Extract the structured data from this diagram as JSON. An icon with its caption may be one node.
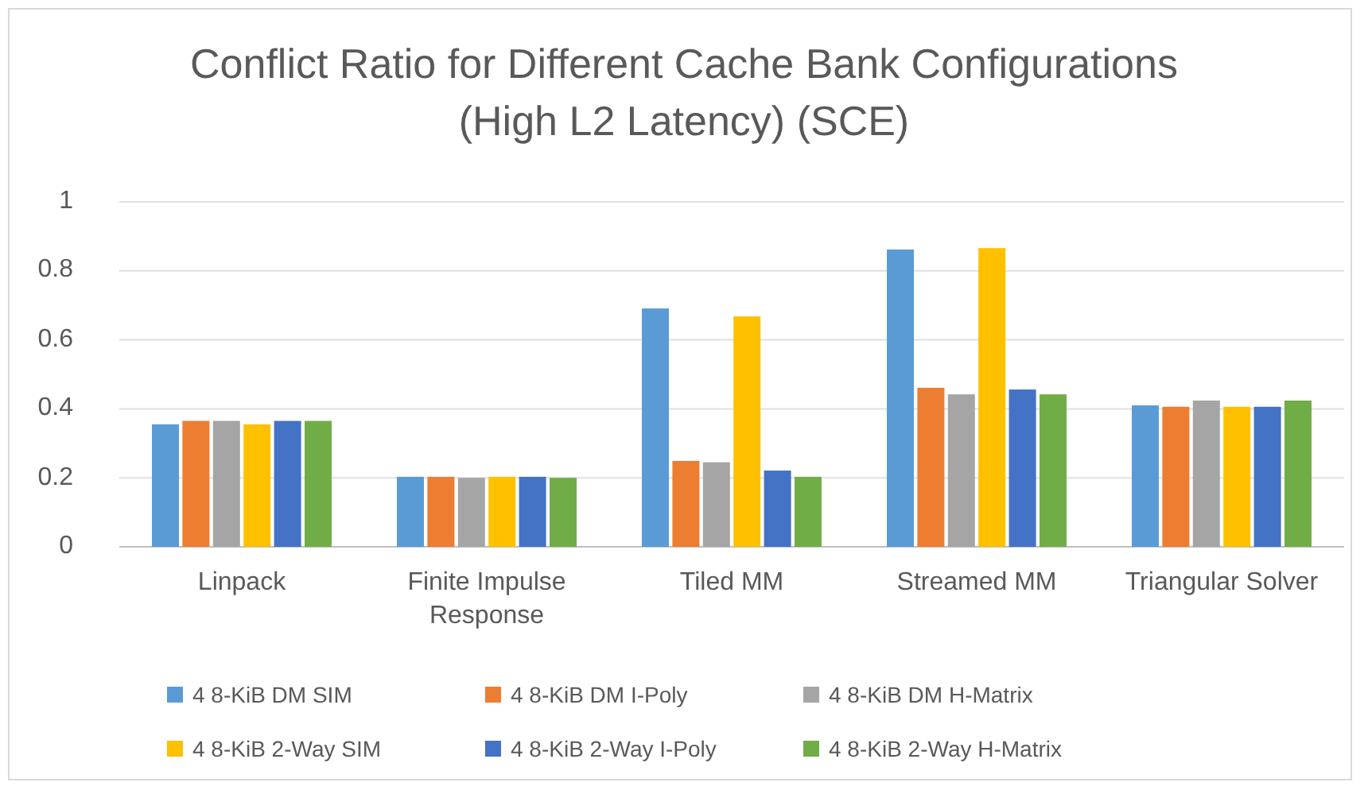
{
  "diagram": {
    "chart_data": {
      "type": "bar",
      "title": "Conflict Ratio for Different Cache Bank Configurations (High L2 Latency) (SCE)",
      "categories": [
        "Linpack",
        "Finite Impulse Response",
        "Tiled MM",
        "Streamed MM",
        "Triangular Solver"
      ],
      "series": [
        {
          "name": "4 8-KiB DM SIM",
          "color": "#5b9bd5",
          "values": [
            0.355,
            0.203,
            0.691,
            0.862,
            0.41
          ]
        },
        {
          "name": "4 8-KiB DM I-Poly",
          "color": "#ed7d31",
          "values": [
            0.365,
            0.203,
            0.249,
            0.461,
            0.406
          ]
        },
        {
          "name": "4 8-KiB DM H-Matrix",
          "color": "#a5a5a5",
          "values": [
            0.365,
            0.2,
            0.245,
            0.442,
            0.424
          ]
        },
        {
          "name": "4 8-KiB 2-Way SIM",
          "color": "#ffc000",
          "values": [
            0.355,
            0.203,
            0.668,
            0.866,
            0.406
          ]
        },
        {
          "name": "4 8-KiB 2-Way I-Poly",
          "color": "#4472c4",
          "values": [
            0.365,
            0.203,
            0.221,
            0.456,
            0.406
          ]
        },
        {
          "name": "4 8-KiB 2-Way H-Matrix",
          "color": "#70ad47",
          "values": [
            0.365,
            0.2,
            0.203,
            0.442,
            0.424
          ]
        }
      ],
      "ylim": [
        0,
        1
      ],
      "yticks": [
        0,
        0.2,
        0.4,
        0.6,
        0.8,
        1
      ],
      "grid": true,
      "legend": true
    }
  }
}
